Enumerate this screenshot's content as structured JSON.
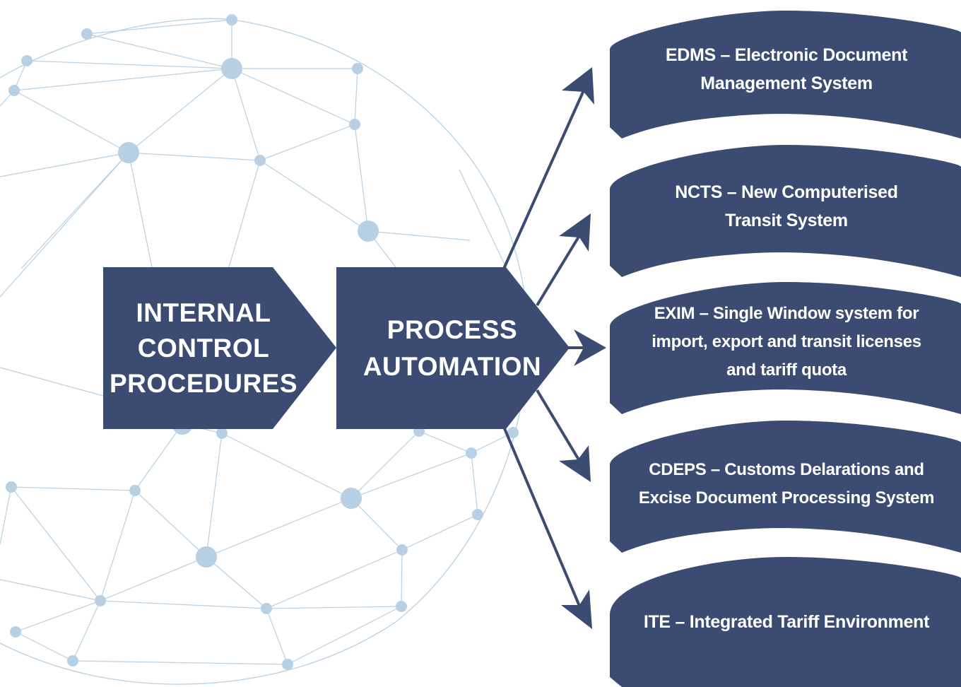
{
  "colors": {
    "navy": "#3b4b71",
    "network_line": "#b8d0e2",
    "network_node": "#b7d0e3",
    "background": "#ffffff"
  },
  "chevrons": [
    {
      "id": "internal-control",
      "lines": [
        "INTERNAL",
        "CONTROL",
        "PROCEDURES"
      ]
    },
    {
      "id": "process-automation",
      "lines": [
        "PROCESS",
        "AUTOMATION"
      ]
    }
  ],
  "systems": [
    {
      "id": "edms",
      "lines": [
        "EDMS – Electronic Document",
        "Management System"
      ]
    },
    {
      "id": "ncts",
      "lines": [
        "NCTS – New Computerised",
        "Transit System"
      ]
    },
    {
      "id": "exim",
      "lines": [
        "EXIM – Single Window system for",
        "import, export and transit licenses",
        "and tariff quota"
      ]
    },
    {
      "id": "cdeps",
      "lines": [
        "CDEPS – Customs Delarations and",
        "Excise Document Processing System"
      ]
    },
    {
      "id": "ite",
      "lines": [
        "ITE – Integrated Tariff Environment"
      ]
    }
  ]
}
